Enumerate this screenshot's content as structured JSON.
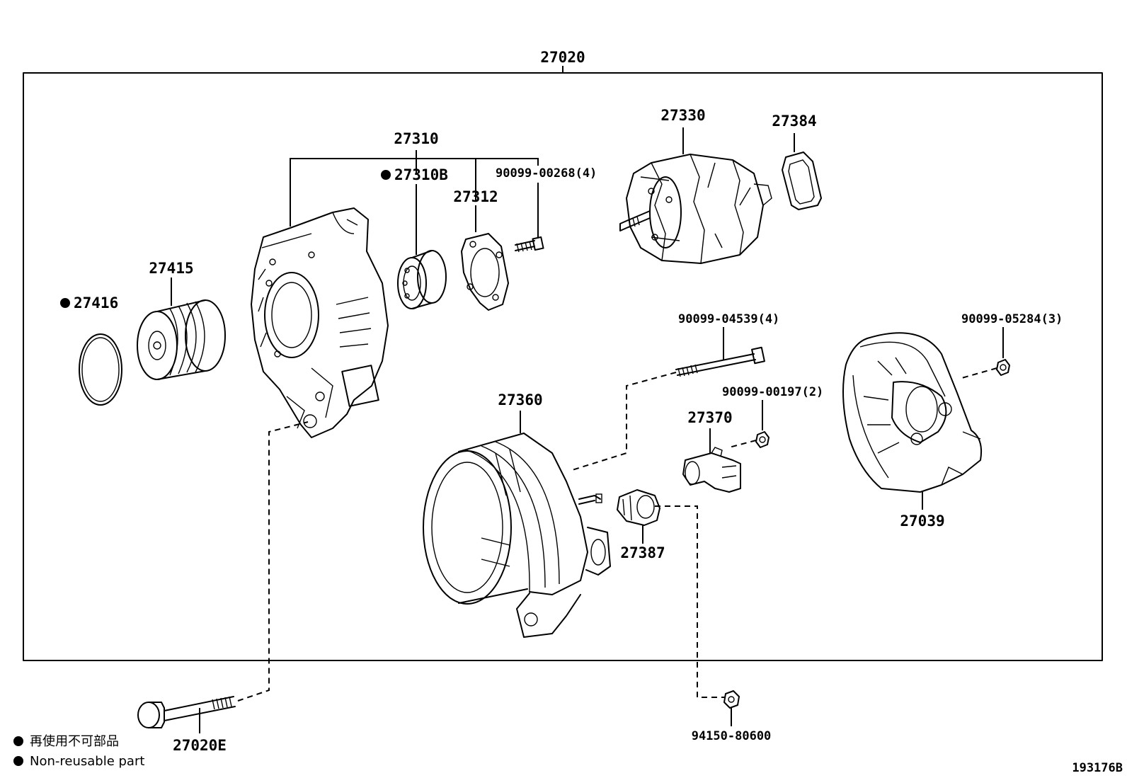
{
  "assembly": {
    "part_no": "27020"
  },
  "parts": {
    "p27310": "27310",
    "p27310B": "27310B",
    "p27312": "27312",
    "p90099_00268": "90099-00268(4)",
    "p27330": "27330",
    "p27384": "27384",
    "p27415": "27415",
    "p27416": "27416",
    "p90099_04539": "90099-04539(4)",
    "p90099_05284": "90099-05284(3)",
    "p27360": "27360",
    "p90099_00197": "90099-00197(2)",
    "p27370": "27370",
    "p27387": "27387",
    "p27039": "27039",
    "p27020E": "27020E",
    "p94150_80600": "94150-80600"
  },
  "legend": {
    "jp": "再使用不可部品",
    "en": "Non-reusable part"
  },
  "figure_id": "193176B"
}
